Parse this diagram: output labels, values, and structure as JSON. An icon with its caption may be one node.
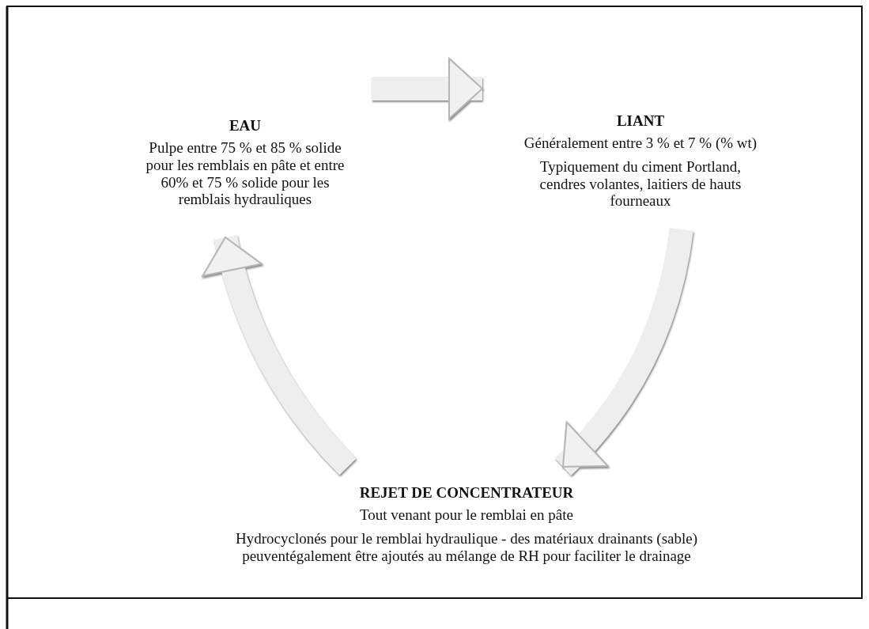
{
  "diagram": {
    "nodes": [
      {
        "text": [
          "EAU",
          "Pulpe entre 75 % et 85 % solide pour les remblais en pâte et entre 60% et 75 % solide pour les remblais hydrauliques"
        ]
      },
      {
        "text": [
          "LIANT",
          "Généralement entre 3 % et 7 % (% wt)",
          "Typiquement du ciment Portland, cendres volantes, laitiers de hauts fourneaux"
        ]
      },
      {
        "text": [
          "REJET DE CONCENTRATEUR",
          "Tout venant pour le remblai en pâte",
          "Hydrocyclonés pour le remblai hydraulique - des matériaux drainants (sable) peuventégalement être ajoutés au mélange de RH pour faciliter le drainage"
        ]
      }
    ],
    "edges": [
      {
        "from": 0,
        "to": 1,
        "arrow": "to"
      },
      {
        "from": 1,
        "to": 2,
        "arrow": "to"
      },
      {
        "from": 2,
        "to": 0,
        "arrow": "to"
      }
    ]
  }
}
